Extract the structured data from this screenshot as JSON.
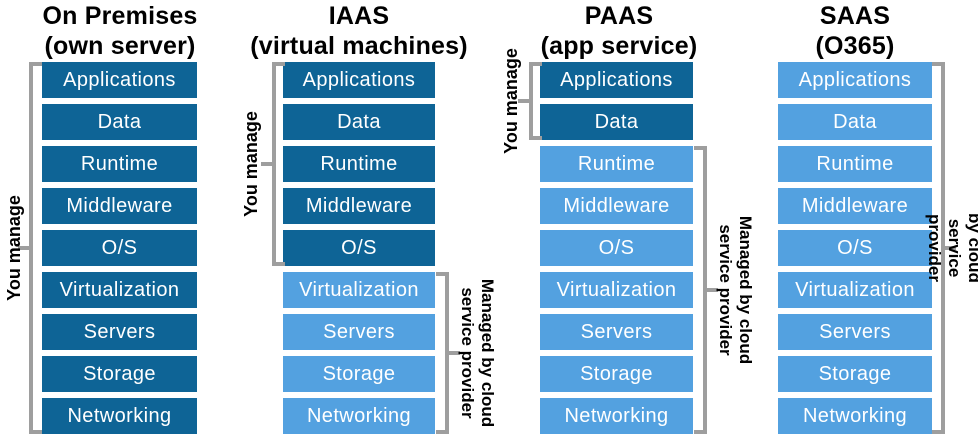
{
  "palette": {
    "dark_blue": "#0E6496",
    "light_blue": "#53A1E0",
    "bracket_gray": "#9E9E9E",
    "title_text": "#000000",
    "block_text": "#FFFFFF",
    "background": "#FFFFFF"
  },
  "layers": [
    "Applications",
    "Data",
    "Runtime",
    "Middleware",
    "O/S",
    "Virtualization",
    "Servers",
    "Storage",
    "Networking"
  ],
  "columns": [
    {
      "title": "On Premises",
      "subtitle": "(own server)",
      "dark_count": 9,
      "left_bracket": {
        "label": "You manage",
        "from_layer": "Applications",
        "to_layer": "Networking"
      },
      "right_bracket": null
    },
    {
      "title": "IAAS",
      "subtitle": "(virtual machines)",
      "dark_count": 5,
      "left_bracket": {
        "label": "You manage",
        "from_layer": "Applications",
        "to_layer": "O/S"
      },
      "right_bracket": {
        "label": "Managed by cloud\nservice provider",
        "from_layer": "Virtualization",
        "to_layer": "Networking"
      }
    },
    {
      "title": "PAAS",
      "subtitle": "(app service)",
      "dark_count": 2,
      "left_bracket": {
        "label": "You manage",
        "from_layer": "Applications",
        "to_layer": "Data"
      },
      "right_bracket": {
        "label": "Managed by cloud\nservice provider",
        "from_layer": "Runtime",
        "to_layer": "Networking"
      }
    },
    {
      "title": "SAAS",
      "subtitle": "(O365)",
      "dark_count": 0,
      "left_bracket": null,
      "right_bracket": {
        "label": "Managed by cloud service provider",
        "from_layer": "Applications",
        "to_layer": "Networking"
      }
    }
  ]
}
